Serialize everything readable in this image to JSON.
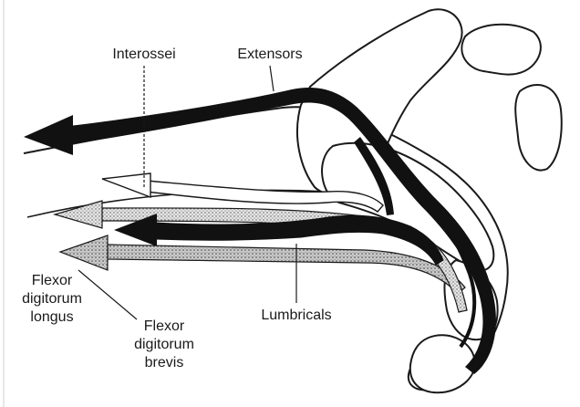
{
  "labels": {
    "interossei": "Interossei",
    "extensors": "Extensors",
    "flexor_longus_1": "Flexor",
    "flexor_longus_2": "digitorum",
    "flexor_longus_3": "longus",
    "flexor_brevis_1": "Flexor",
    "flexor_brevis_2": "digitorum",
    "flexor_brevis_3": "brevis",
    "lumbricals": "Lumbricals"
  },
  "colors": {
    "ink": "#1a1a1a",
    "extensor_fill": "#111111",
    "interossei_fill": "#ffffff",
    "flexor_longus_fill": "#d8d8d8",
    "flexor_brevis_fill": "#bdbdbd",
    "lumbricals_fill": "#111111"
  }
}
